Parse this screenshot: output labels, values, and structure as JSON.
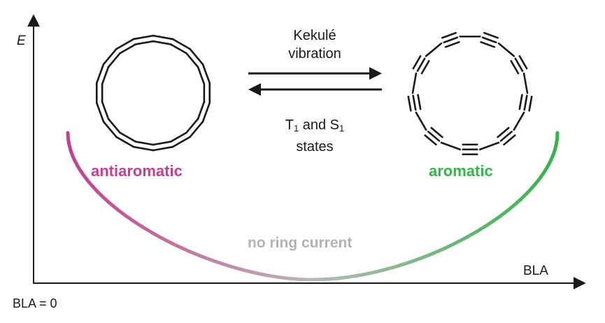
{
  "axes": {
    "y_label": "E",
    "x_label": "BLA",
    "origin_label": "BLA = 0"
  },
  "center": {
    "top_line1": "Kekulé",
    "top_line2": "vibration",
    "bot_T": "T",
    "bot_sub1": "1",
    "bot_and": " and S",
    "bot_sub2": "1",
    "bot_line2": "states"
  },
  "labels": {
    "antiaromatic": "antiaromatic",
    "aromatic": "aromatic",
    "no_ring_current": "no ring current"
  },
  "colors": {
    "antiaromatic": "#c2408f",
    "aromatic": "#35b44a",
    "no_ring_current": "#b3b3b3",
    "line": "#1a1a1a"
  },
  "structures": {
    "left_ring": "equal-bond-ring",
    "right_ring": "alternating-triple-bond-ring"
  }
}
